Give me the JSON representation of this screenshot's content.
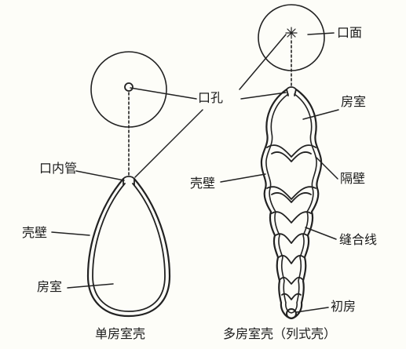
{
  "labels": {
    "aperture_face": "口面",
    "aperture": "口孔",
    "chamber_multi": "房室",
    "inner_tube": "口内管",
    "wall_multi": "壳壁",
    "septum": "隔壁",
    "wall_single": "壳壁",
    "suture": "缝合线",
    "chamber_single": "房室",
    "proloculus": "初房"
  },
  "captions": {
    "single": "单房室壳",
    "multi": "多房室壳（列式壳）"
  },
  "colors": {
    "ink": "#222222",
    "background": "#fdfdf8"
  }
}
